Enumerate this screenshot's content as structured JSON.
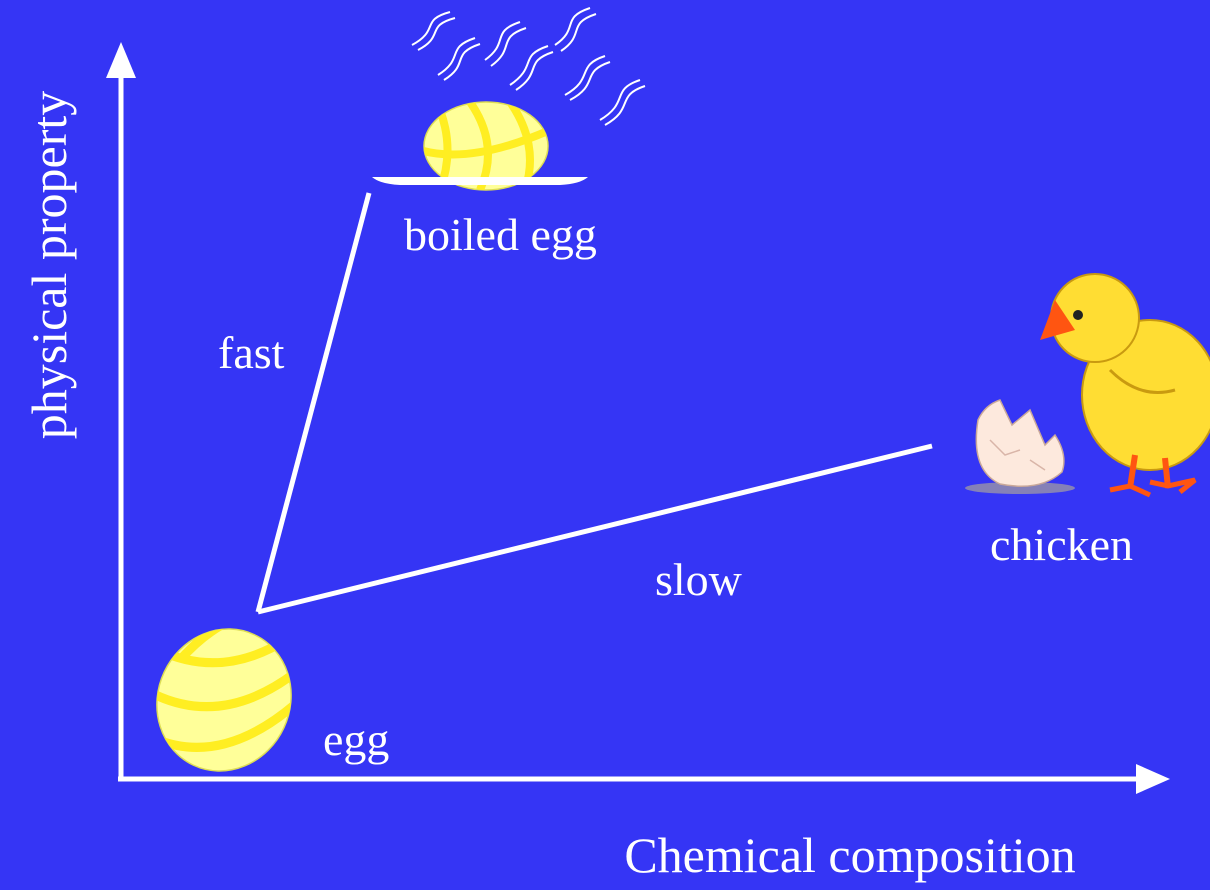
{
  "diagram": {
    "x_axis_label": "Chemical composition",
    "y_axis_label": "physical property",
    "nodes": {
      "egg": "egg",
      "boiled_egg": "boiled egg",
      "chicken": "chicken"
    },
    "paths": {
      "fast": "fast",
      "slow": "slow"
    },
    "colors": {
      "background": "#3535f5",
      "lines": "#ffffff",
      "egg_fill": "#ffff99",
      "egg_stripe": "#ffee22",
      "chick_fill": "#ffdd33",
      "beak_feet": "#ff5511",
      "shell": "#fde9dd"
    },
    "icons": [
      "egg-icon",
      "boiled-egg-icon",
      "steam-icon",
      "plate-icon",
      "chick-icon",
      "eggshell-icon"
    ]
  }
}
